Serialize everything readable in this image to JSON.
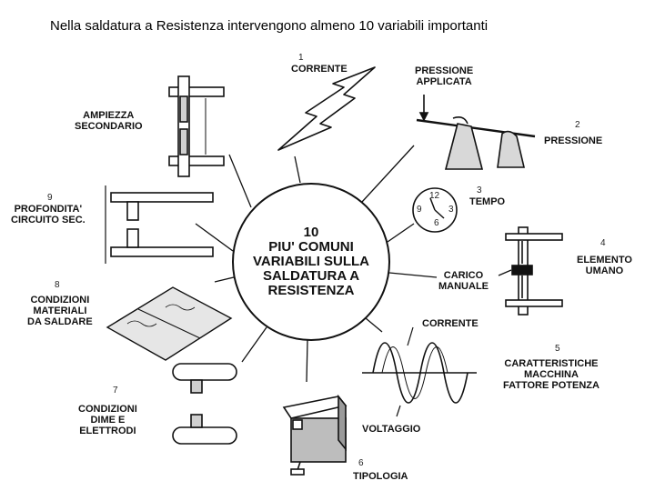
{
  "title": "Nella saldatura a Resistenza intervengono almeno 10 variabili importanti",
  "center": {
    "lines": [
      "10",
      "PIU' COMUNI",
      "VARIABILI SULLA",
      "SALDATURA A",
      "RESISTENZA"
    ]
  },
  "variables": {
    "corrente": {
      "number": "1",
      "lines": [
        "CORRENTE"
      ]
    },
    "pressione_applicata": {
      "lines": [
        "PRESSIONE",
        "APPLICATA"
      ]
    },
    "pressione": {
      "number": "2",
      "lines": [
        "PRESSIONE"
      ]
    },
    "tempo": {
      "number": "3",
      "lines": [
        "TEMPO"
      ]
    },
    "elemento_umano": {
      "number": "4",
      "lines": [
        "ELEMENTO",
        "UMANO"
      ]
    },
    "carico_manuale": {
      "lines": [
        "CARICO",
        "MANUALE"
      ]
    },
    "caratteristiche": {
      "number": "5",
      "lines": [
        "CARATTERISTICHE",
        "MACCHINA",
        "FATTORE POTENZA"
      ]
    },
    "corrente_onda": {
      "lines": [
        "CORRENTE"
      ]
    },
    "voltaggio": {
      "lines": [
        "VOLTAGGIO"
      ]
    },
    "tipologia": {
      "number": "6",
      "lines": [
        "TIPOLOGIA"
      ]
    },
    "dime": {
      "number": "7",
      "lines": [
        "CONDIZIONI",
        "DIME E",
        "ELETTRODI"
      ]
    },
    "materiali": {
      "number": "8",
      "lines": [
        "CONDIZIONI",
        "MATERIALI",
        "DA SALDARE"
      ]
    },
    "profondita": {
      "number": "9",
      "lines": [
        "PROFONDITA'",
        "CIRCUITO SEC."
      ]
    },
    "ampiezza": {
      "lines": [
        "AMPIEZZA",
        "SECONDARIO"
      ]
    }
  },
  "clock": {
    "numbers": [
      "12",
      "3",
      "6",
      "9"
    ]
  },
  "colors": {
    "ink": "#111111",
    "background": "#ffffff",
    "shade": "#cfcfcf"
  }
}
